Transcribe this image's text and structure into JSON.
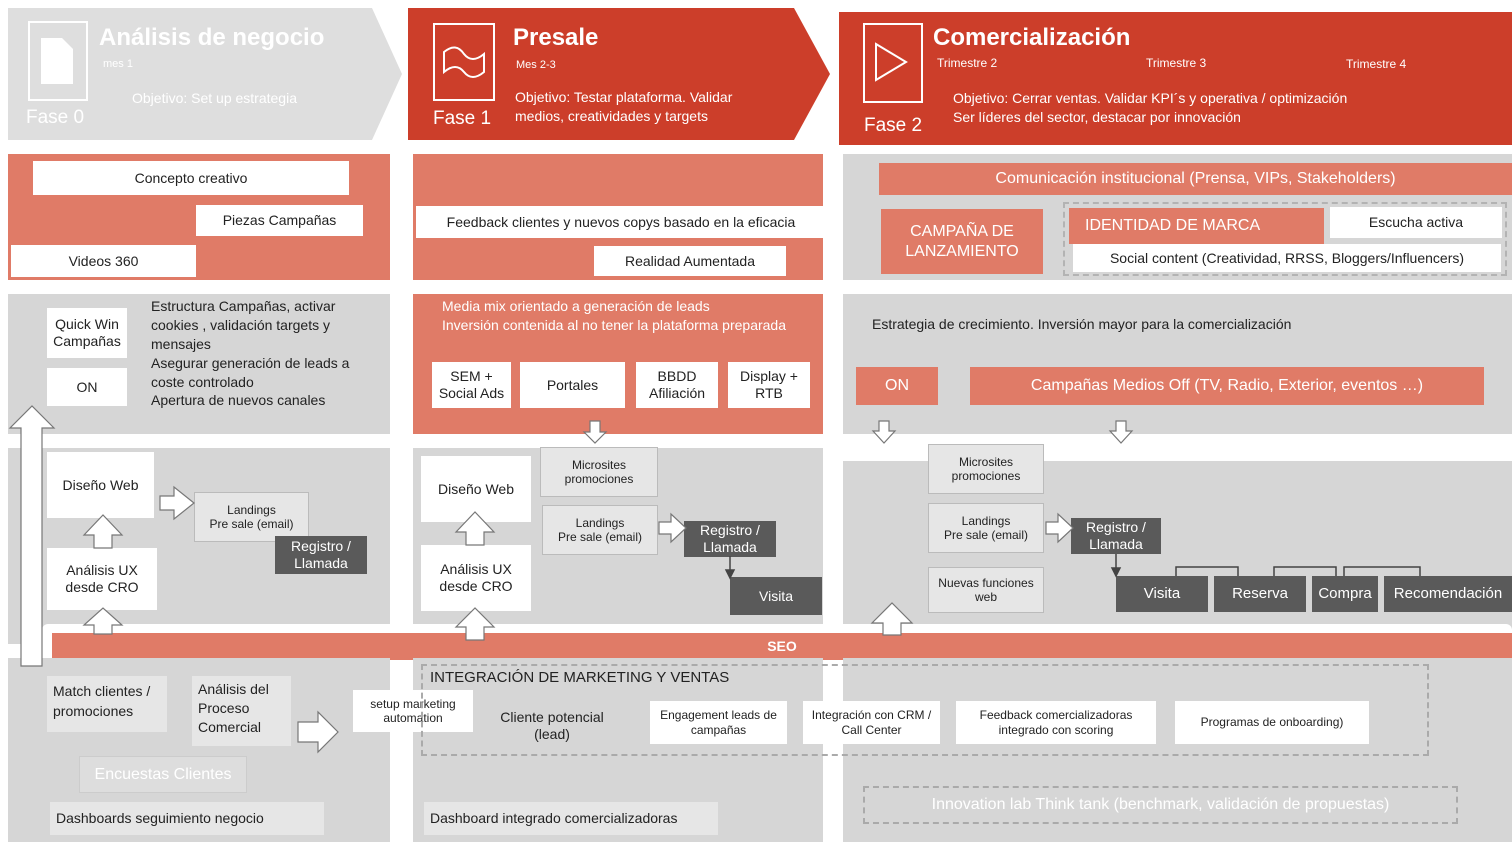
{
  "phase0": {
    "title": "Análisis de negocio",
    "subtitle": "mes 1",
    "objective": "Objetivo: Set up estrategia",
    "label": "Fase 0",
    "icon": "document-icon"
  },
  "phase1": {
    "title": "Presale",
    "subtitle": "Mes 2-3",
    "objective": "Objetivo: Testar plataforma. Validar medios, creatividades y targets",
    "label": "Fase 1",
    "icon": "flag-icon"
  },
  "phase2": {
    "title": "Comercialización",
    "q2": "Trimestre 2",
    "q3": "Trimestre 3",
    "q4": "Trimestre 4",
    "objective_line1": "Objetivo:  Cerrar ventas. Validar KPI´s y operativa / optimización",
    "objective_line2": "Ser líderes del sector, destacar por innovación",
    "label": "Fase 2",
    "icon": "play-icon"
  },
  "creative": {
    "c0": {
      "concept": "Concepto creativo",
      "pieces": "Piezas Campañas",
      "videos": "Videos 360"
    },
    "c1": {
      "feedback": "Feedback clientes y nuevos copys basado en la eficacia",
      "ar": "Realidad Aumentada"
    },
    "c2": {
      "institutional": "Comunicación institucional (Prensa, VIPs, Stakeholders)",
      "launch": "CAMPAÑA DE LANZAMIENTO",
      "identity": "IDENTIDAD DE MARCA",
      "listening": "Escucha activa",
      "social": "Social content (Creatividad, RRSS, Bloggers/Influencers)"
    }
  },
  "media": {
    "c0": {
      "quickwin": "Quick Win Campañas",
      "on": "ON",
      "desc": "Estructura Campañas, activar cookies , validación targets y mensajes\nAsegurar generación de leads a coste controlado\nApertura de nuevos canales"
    },
    "c1": {
      "desc1": "Media mix orientado a generación de leads",
      "desc2": "Inversión contenida al no tener la plataforma preparada",
      "sem": "SEM + Social Ads",
      "portales": "Portales",
      "bbdd": "BBDD Afiliación",
      "display": "Display + RTB"
    },
    "c2": {
      "desc": "Estrategia de crecimiento. Inversión mayor para la comercialización",
      "on": "ON",
      "off": "Campañas Medios Off (TV, Radio, Exterior, eventos …)"
    }
  },
  "web": {
    "c0": {
      "design": "Diseño Web",
      "ux": "Análisis UX desde CRO",
      "landings": "Landings\nPre sale (email)",
      "register": "Registro / Llamada"
    },
    "c1": {
      "design": "Diseño Web",
      "ux": "Análisis UX desde CRO",
      "microsites": "Microsites promociones",
      "landings": "Landings\nPre sale (email)",
      "register": "Registro / Llamada",
      "visit": "Visita"
    },
    "c2": {
      "microsites": "Microsites promociones",
      "landings": "Landings\nPre sale (email)",
      "register": "Registro / Llamada",
      "newfeatures": "Nuevas funciones web",
      "visit": "Visita",
      "booking": "Reserva",
      "purchase": "Compra",
      "recommendation": "Recomendación"
    }
  },
  "seo": "SEO",
  "crm": {
    "c0": {
      "match": "Match clientes / promociones",
      "process": "Análisis del Proceso Comercial",
      "surveys": "Encuestas Clientes",
      "dashboard": "Dashboards seguimiento negocio"
    },
    "automation": "setup marketing automation",
    "integration_title": "INTEGRACIÓN DE MARKETING Y VENTAS",
    "lead": "Cliente potencial (lead)",
    "engagement": "Engagement leads de campañas",
    "crm_integration": "Integración con CRM / Call Center",
    "feedback": "Feedback comercializadoras integrado con scoring",
    "onboarding": "Programas de onboarding)",
    "dashboard1": "Dashboard integrado comercializadoras",
    "innovation": "Innovation lab Think tank (benchmark, validación de propuestas)"
  },
  "colors": {
    "red": "#cc3e2a",
    "salmon": "#e07b67",
    "grey": "#d6d6d6",
    "dark": "#5a5a5a"
  }
}
